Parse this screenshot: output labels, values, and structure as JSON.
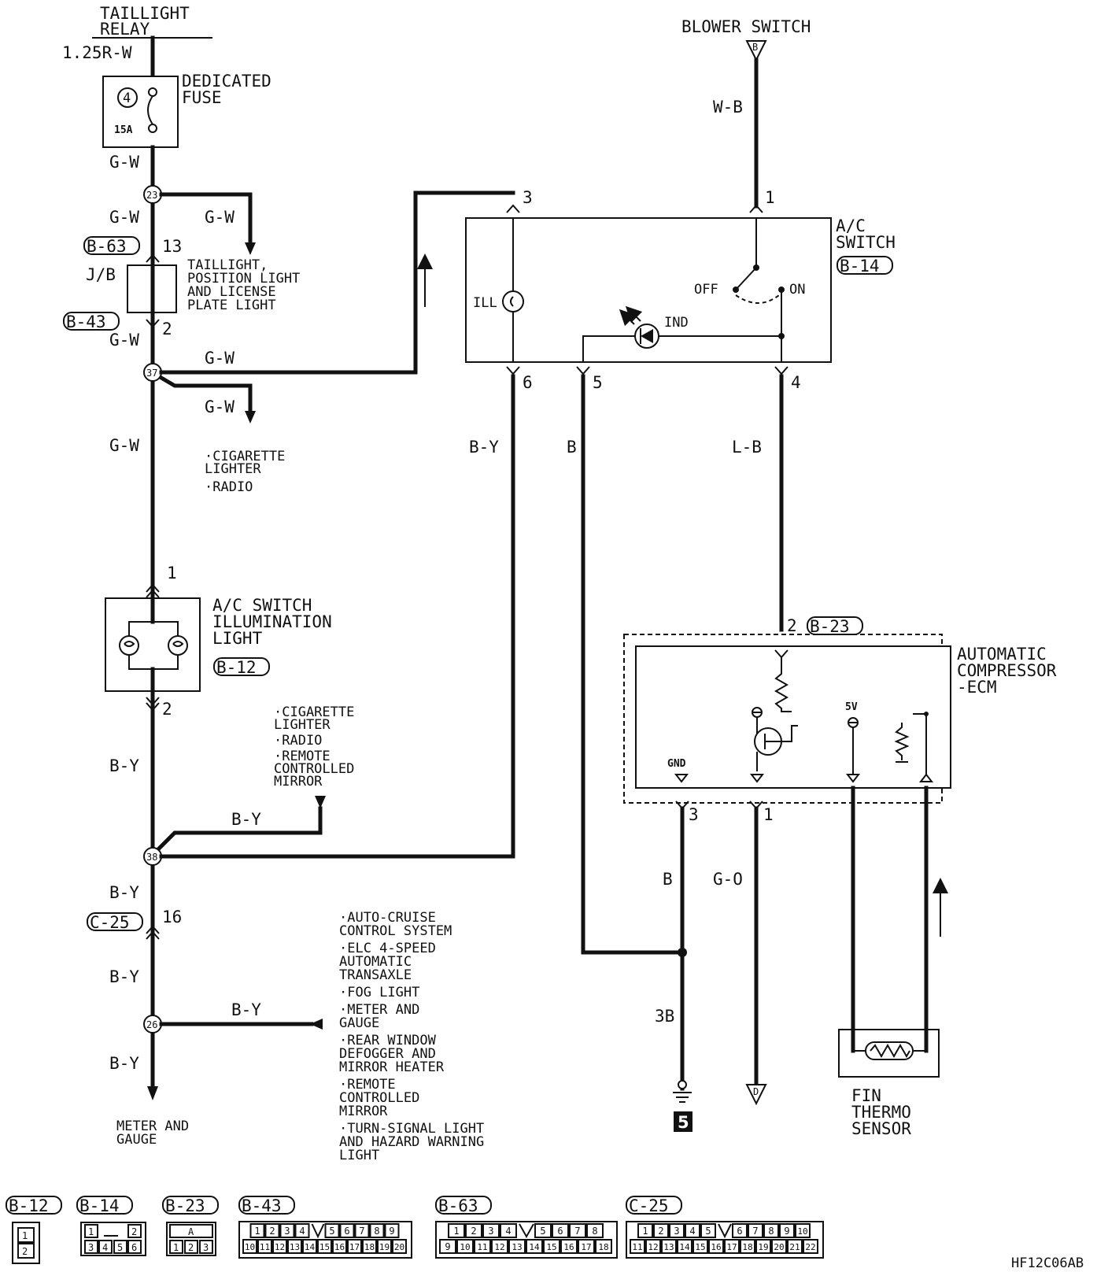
{
  "sources": {
    "taillight_relay": [
      "TAILLIGHT",
      "RELAY"
    ],
    "blower_switch": "BLOWER SWITCH",
    "blower_connector_letter": "B"
  },
  "wires": {
    "w_125rw": "1.25R-W",
    "gw": "G-W",
    "wb": "W-B",
    "by": "B-Y",
    "b": "B",
    "lb": "L-B",
    "go": "G-O",
    "b3": "3B"
  },
  "fuse": {
    "label": [
      "DEDICATED",
      "FUSE"
    ],
    "number": "4",
    "rating": "15A"
  },
  "junctions": [
    "23",
    "37",
    "38",
    "26"
  ],
  "connectors": {
    "b63": "B-63",
    "b43": "B-43",
    "b12": "B-12",
    "b14": "B-14",
    "b23": "B-23",
    "c25": "C-25"
  },
  "jb": "J/B",
  "pins": {
    "p13": "13",
    "p2": "2",
    "p1": "1",
    "p3": "3",
    "p4": "4",
    "p5": "5",
    "p6": "6",
    "p16": "16"
  },
  "destinations": {
    "taillight": [
      "TAILLIGHT,",
      "POSITION LIGHT",
      "AND LICENSE",
      "PLATE LIGHT"
    ],
    "cig_radio": [
      "·CIGARETTE",
      " LIGHTER",
      "·RADIO"
    ],
    "cig_radio_mirror": [
      "·CIGARETTE",
      " LIGHTER",
      "·RADIO",
      "·REMOTE",
      " CONTROLLED",
      " MIRROR"
    ],
    "many": [
      "·AUTO-CRUISE",
      " CONTROL SYSTEM",
      "·ELC 4-SPEED",
      " AUTOMATIC",
      " TRANSAXLE",
      "·FOG LIGHT",
      "·METER AND",
      " GAUGE",
      "·REAR WINDOW",
      " DEFOGGER AND",
      " MIRROR HEATER",
      "·REMOTE",
      " CONTROLLED",
      " MIRROR",
      "·TURN-SIGNAL LIGHT",
      " AND HAZARD WARNING",
      " LIGHT"
    ],
    "meter_gauge": [
      "METER AND",
      "GAUGE"
    ]
  },
  "components": {
    "ac_switch_illum": [
      "A/C SWITCH",
      "ILLUMINATION",
      "LIGHT"
    ],
    "ac_switch": [
      "A/C",
      "SWITCH"
    ],
    "ill": "ILL",
    "ind": "IND",
    "off": "OFF",
    "on": "ON",
    "ecm": [
      "AUTOMATIC",
      "COMPRESSOR",
      "-ECM"
    ],
    "gnd": "GND",
    "v5": "5V",
    "fin_sensor": [
      "FIN",
      "THERMO",
      "SENSOR"
    ],
    "ground_number": "5",
    "d_connector": "D"
  },
  "connector_views": {
    "b12": [
      [
        "1"
      ],
      [
        "2"
      ]
    ],
    "b14": [
      [
        "1",
        "",
        "2"
      ],
      [
        "3",
        "4",
        "5",
        "6"
      ]
    ],
    "b23": [
      [
        "A"
      ],
      [
        "1",
        "2",
        "3"
      ]
    ],
    "b43": [
      [
        "1",
        "2",
        "3",
        "4",
        "",
        "5",
        "6",
        "7",
        "8",
        "9"
      ],
      [
        "10",
        "11",
        "12",
        "13",
        "14",
        "15",
        "16",
        "17",
        "18",
        "19",
        "20"
      ]
    ],
    "b63": [
      [
        "1",
        "2",
        "3",
        "4",
        "",
        "5",
        "6",
        "7",
        "8"
      ],
      [
        "9",
        "10",
        "11",
        "12",
        "13",
        "14",
        "15",
        "16",
        "17",
        "18"
      ]
    ],
    "c25": [
      [
        "1",
        "2",
        "3",
        "4",
        "5",
        "",
        "6",
        "7",
        "8",
        "9",
        "10"
      ],
      [
        "11",
        "12",
        "13",
        "14",
        "15",
        "16",
        "17",
        "18",
        "19",
        "20",
        "21",
        "22"
      ]
    ]
  },
  "figure_code": "HF12C06AB"
}
